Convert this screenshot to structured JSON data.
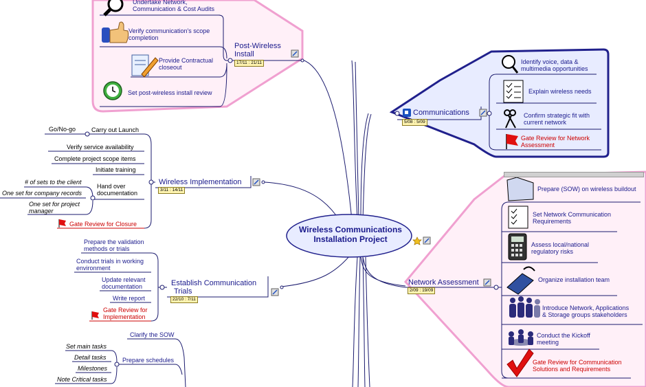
{
  "center": {
    "title_line1": "Wireless Communications",
    "title_line2": "Installation Project"
  },
  "post_wireless": {
    "label_line1": "Post-Wireless",
    "label_line2": "Install",
    "dates": "17/11 : 21/11",
    "items": [
      {
        "line1": "Undertake Network,",
        "line2": "Communication & Cost Audits",
        "icon": "magnifier-icon"
      },
      {
        "line1": "Verify communication's scope",
        "line2": "completion",
        "icon": "thumbs-up-icon"
      },
      {
        "line1": "Provide Contractual",
        "line2": "closeout",
        "icon": "document-pen-icon"
      },
      {
        "line1": "Set post-wireless install review",
        "line2": "",
        "icon": "clock-icon"
      }
    ]
  },
  "communications": {
    "label": "Communications",
    "dates": "5/08 : 5/09",
    "items": [
      {
        "line1": "Identify voice, data &",
        "line2": "multimedia opportunities",
        "icon": "magnifier-icon"
      },
      {
        "line1": "Explain wireless needs",
        "line2": "",
        "icon": "checklist-icon"
      },
      {
        "line1": "Confirm strategic fit with",
        "line2": "current network",
        "icon": "scissors-icon"
      },
      {
        "line1": "Gate Review for Network",
        "line2": "Assessment",
        "icon": "red-flag-icon"
      }
    ]
  },
  "wireless_implementation": {
    "label": "Wireless Implementation",
    "dates": "3/11 : 14/11",
    "carry_out_launch": "Carry out Launch",
    "go_no_go": "Go/No-go",
    "verify_service": "Verify service availability",
    "complete_scope": "Complete project scope items",
    "initiate_training": "Initiate training",
    "hand_over_line1": "Hand over",
    "hand_over_line2": "documentation",
    "sets_to_client": "# of sets to the client",
    "set_company": "One set for company records",
    "set_manager_line1": "One set for project",
    "set_manager_line2": "manager",
    "gate_review": "Gate Review for Closure"
  },
  "establish_trials": {
    "label_line1": "Establish Communication",
    "label_line2": "Trials",
    "dates": "22/10 : 7/11",
    "prepare_validation_line1": "Prepare the validation",
    "prepare_validation_line2": "methods or trials",
    "conduct_trials_line1": "Conduct trials in working",
    "conduct_trials_line2": "environment",
    "update_docs_line1": "Update relevant",
    "update_docs_line2": "documentation",
    "write_report": "Write report",
    "gate_review_line1": "Gate Review for",
    "gate_review_line2": "Implementation"
  },
  "bottom_left": {
    "clarify_sow": "Clarify the SOW",
    "prepare_schedules": "Prepare schedules",
    "subtasks": [
      "Set main tasks",
      "Detail tasks",
      "Milestones",
      "Note Critical tasks"
    ]
  },
  "network_assessment": {
    "label": "Network Assessment",
    "dates": "2/09 : 19/09",
    "items": [
      {
        "line1": "Prepare (SOW) on wireless buildout",
        "line2": "",
        "icon": "folder-icon"
      },
      {
        "line1": "Set Network Communication",
        "line2": "Requirements",
        "icon": "checklist-icon"
      },
      {
        "line1": "Assess local/national",
        "line2": "regulatory risks",
        "icon": "calculator-icon"
      },
      {
        "line1": "Organize installation team",
        "line2": "",
        "icon": "phone-icon"
      },
      {
        "line1": "Introduce Network, Applications",
        "line2": "& Storage groups stakeholders",
        "icon": "people-icon"
      },
      {
        "line1": "Conduct the Kickoff",
        "line2": "meeting",
        "icon": "meeting-icon"
      },
      {
        "line1": "Gate Review for Communication",
        "line2": "Solutions and Requirements",
        "icon": "red-check-icon"
      }
    ]
  },
  "colors": {
    "line": "#1a1a6e",
    "pink_fill": "#fff0f8",
    "pink_border": "#f0a0d0",
    "blue_fill": "#e8ecff",
    "blue_border": "#20208c",
    "red": "#cc0000"
  }
}
